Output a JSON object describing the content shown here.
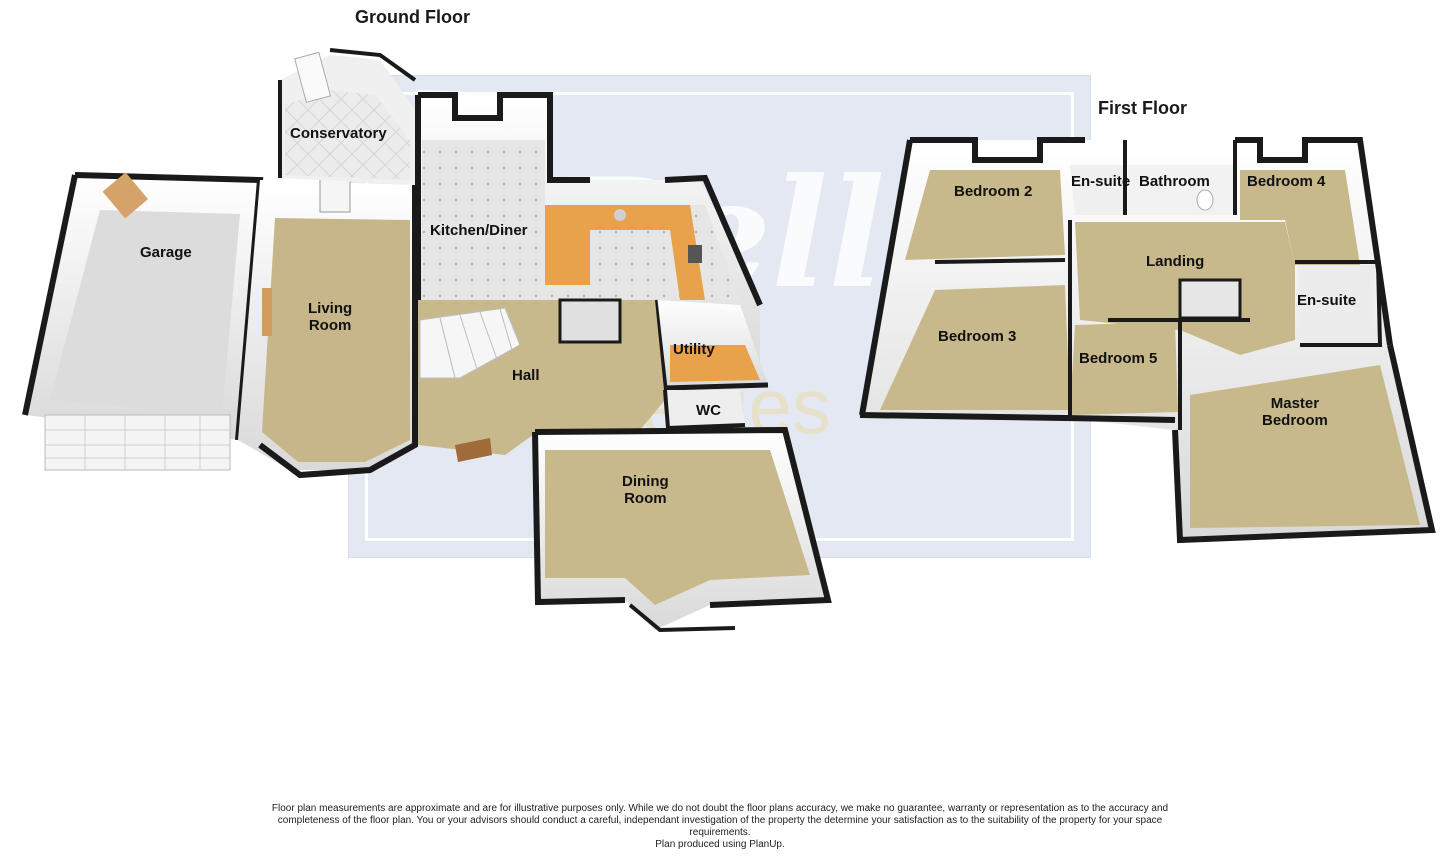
{
  "floors": {
    "ground": {
      "title": "Ground Floor"
    },
    "first": {
      "title": "First Floor"
    }
  },
  "watermark": {
    "brand": "Bella",
    "sub": "properties"
  },
  "rooms": {
    "garage": "Garage",
    "living_room": "Living\nRoom",
    "conservatory": "Conservatory",
    "kitchen_diner": "Kitchen/Diner",
    "utility": "Utility",
    "hall": "Hall",
    "wc": "WC",
    "dining_room": "Dining\nRoom",
    "bedroom2": "Bedroom 2",
    "ensuite1": "En-suite",
    "bathroom": "Bathroom",
    "bedroom4": "Bedroom 4",
    "landing": "Landing",
    "bedroom3": "Bedroom 3",
    "bedroom5": "Bedroom 5",
    "ensuite2": "En-suite",
    "master_bedroom": "Master\nBedroom"
  },
  "disclaimer": {
    "line1": "Floor plan measurements are approximate and are for illustrative purposes only. While we do not doubt the floor plans accuracy, we make no guarantee, warranty or representation as to the accuracy and",
    "line2": "completeness of the floor plan. You or your advisors should conduct a careful, independant investigation of the property the determine your satisfaction as to the suitability of the property for your space",
    "line3": "requirements.",
    "line4": "Plan produced using PlanUp."
  },
  "colors": {
    "wall": "#1a1a1a",
    "carpet": "#c8b98c",
    "tile": "#e2e2e2",
    "worktop": "#e8a24c",
    "watermark_bg": "#e4e8f3"
  }
}
